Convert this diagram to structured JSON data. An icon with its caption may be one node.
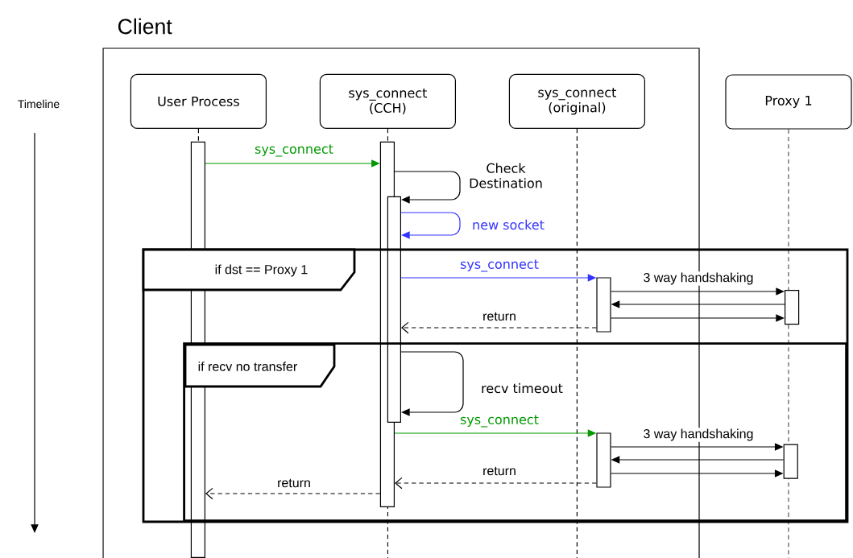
{
  "diagram": {
    "nodes": [
      {
        "text": [
          "Client"
        ]
      },
      {
        "text": [
          "User Process"
        ],
        "in": 0
      },
      {
        "text": [
          "sys_connect (CCH)"
        ],
        "in": 0
      },
      {
        "text": [
          "sys_connect (original)"
        ],
        "in": 0
      },
      {
        "text": [
          "Proxy 1"
        ]
      },
      {
        "text": [
          "if dst == Proxy 1"
        ]
      },
      {
        "text": [
          "if recv no transfer"
        ],
        "in": 5
      },
      {
        "text": [],
        "shape": "bar",
        "in": 0
      },
      {
        "text": [],
        "shape": "bar",
        "in": 0
      },
      {
        "text": [],
        "shape": "bar",
        "in": 0
      },
      {
        "text": [],
        "shape": "bar"
      },
      {
        "text": [],
        "shape": "bar",
        "in": 5
      },
      {
        "text": [],
        "shape": "bar"
      },
      {
        "text": [],
        "shape": "bar",
        "in": 6
      }
    ],
    "edges": [
      {
        "from": 7,
        "to": 8,
        "arrow": "to",
        "label": "sys_connect",
        "color": "#009900"
      },
      {
        "from": 8,
        "to": 9,
        "arrow": "to",
        "label": "Check Destination"
      },
      {
        "from": 9,
        "to": 9,
        "arrow": "to",
        "label": "new socket",
        "color": "#3333ff"
      },
      {
        "from": 9,
        "to": 10,
        "arrow": "to",
        "label": "sys_connect",
        "color": "#3333ff"
      },
      {
        "from": 10,
        "to": 11,
        "arrow": "to",
        "label": "3 way handshaking"
      },
      {
        "from": 11,
        "to": 10,
        "arrow": "to"
      },
      {
        "from": 10,
        "to": 11,
        "arrow": "to"
      },
      {
        "from": 10,
        "to": 9,
        "arrow": "to",
        "label": "return",
        "style": "dashed"
      },
      {
        "from": 9,
        "to": 9,
        "arrow": "to",
        "label": "recv timeout"
      },
      {
        "from": 8,
        "to": 12,
        "arrow": "to",
        "label": "sys_connect",
        "color": "#009900"
      },
      {
        "from": 12,
        "to": 13,
        "arrow": "to",
        "label": "3 way handshaking"
      },
      {
        "from": 13,
        "to": 12,
        "arrow": "to"
      },
      {
        "from": 12,
        "to": 13,
        "arrow": "to"
      },
      {
        "from": 12,
        "to": 8,
        "arrow": "to",
        "label": "return",
        "style": "dashed"
      },
      {
        "from": 8,
        "to": 7,
        "arrow": "to",
        "label": "return",
        "style": "dashed"
      }
    ],
    "labels": [
      "Timeline"
    ]
  }
}
